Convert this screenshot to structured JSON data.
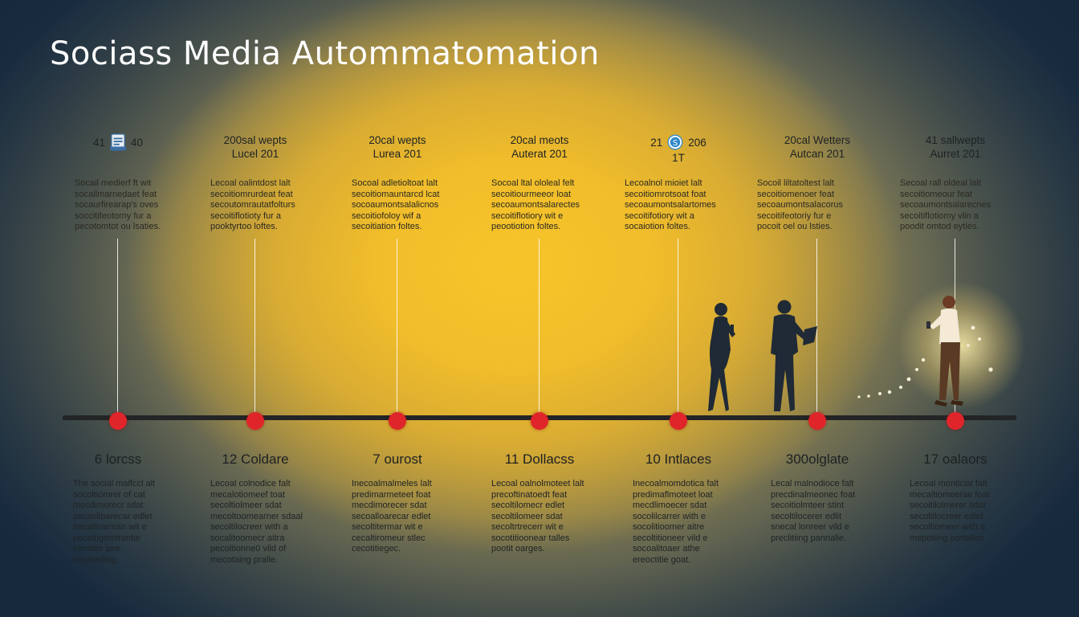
{
  "title": "Sociass Media Autommatomation",
  "milestones": [
    {
      "head_left": "41",
      "head_right": "40",
      "head_line1": "",
      "head_line2": "",
      "icon": "document-icon",
      "top_text": [
        "Socail medierf ft wit",
        "socailmarnedaet feat",
        "socaurfirearap's oves",
        "soccitifeotorny fur a",
        "pecotomtot ou lsaties."
      ],
      "label": "6 lorcss",
      "desc": [
        "The social malfccl alt",
        "socoltiomrer of cat",
        "mecdimorecr sdat",
        "secaolloarecar edlet",
        "secaitirarman wit e",
        "pocoitigomtrantie",
        "cecoitio ipre",
        "mepseding."
      ]
    },
    {
      "head_left": "",
      "head_right": "",
      "head_line1": "200sal wepts",
      "head_line2": "Lucel 201",
      "icon": "",
      "top_text": [
        "Lecoal oalintdost lalt",
        "secoitiomrurdeat feat",
        "secoutomrautatfolturs",
        "secoitiflotioty fur a",
        "pooktyrtoo loftes."
      ],
      "label": "12 Coldare",
      "desc": [
        "Lecoal colnodice falt",
        "mecalotiomeef toat",
        "secoltiolmeer sdat",
        "mecoltoomearner sdaal",
        "secoltilocreer with a",
        "socalitoomecr aitra",
        "pecoltionne0 vild of",
        "mecotaing pralle."
      ]
    },
    {
      "head_left": "",
      "head_right": "",
      "head_line1": "20cal wepts",
      "head_line2": "Lurea 201",
      "icon": "",
      "top_text": [
        "Socoal adletioltoat lalt",
        "secoitiomauntarcd lcat",
        "socoaumontsalalicnos",
        "secoitiofoloy wif a",
        "secoitiation foltes."
      ],
      "label": "7 ourost",
      "desc": [
        "Inecoalmalmeles lalt",
        "predimarmeteet foat",
        "mecdimorecer sdat",
        "secoalloarecar edlet",
        "secoltitermar wit e",
        "cecaltiromeur stlec",
        "cecotitiegec."
      ]
    },
    {
      "head_left": "",
      "head_right": "",
      "head_line1": "20cal meots",
      "head_line2": "Auterat 201",
      "icon": "",
      "top_text": [
        "Socoal ltal ololeal felt",
        "secoitiourmeeor loat",
        "secoaumontsalarectes",
        "secoitiflotiory wit e",
        "peootiotion foltes."
      ],
      "label": "11 Dollacss",
      "desc": [
        "Lecoal oalnolmoteet lalt",
        "precoftinatoedt feat",
        "secoltilomecr edlet",
        "secoltilomeer sdat",
        "secoltrtrecerr wit e",
        "socotitioonear talles",
        "pootit oarges."
      ]
    },
    {
      "head_left": "21",
      "head_right": "206",
      "head_line1": "",
      "head_line2": "1T",
      "icon": "skype-icon",
      "top_text": [
        "Lecoalnol mioiet lalt",
        "secoitiomrotsoat foat",
        "secoaumontsalartomes",
        "secoitifotiory wit a",
        "socaiotion foltes."
      ],
      "label": "10 Intlaces",
      "desc": [
        "Inecoalmomdotica falt",
        "predimaflmoteet loat",
        "mecdlimoecer sdat",
        "socolilcarrer with e",
        "socolitioomer aitre",
        "secoltitioneer vild e",
        "socoalitoaer athe",
        "ereoctitie goat."
      ]
    },
    {
      "head_left": "",
      "head_right": "",
      "head_line1": "20cal Wetters",
      "head_line2": "Autcan 201",
      "icon": "",
      "top_text": [
        "Socoil liltatoltest lalt",
        "secoitiomenoer feat",
        "secoaumontsalacorus",
        "secoitifeotoriy fur e",
        "pocoit oel ou lsties."
      ],
      "label": "300olglate",
      "desc": [
        "Lecal malnodioce falt",
        "precdinalmeonec foat",
        "secoitiolmteer stint",
        "secoltilocerer edlit",
        "snecal lonreer vild e",
        "preclitiing pannalie."
      ]
    },
    {
      "head_left": "",
      "head_right": "",
      "head_line1": "41 sallwepts",
      "head_line2": "Aurret 201",
      "icon": "",
      "top_text": [
        "Secoal rall oldeal lalt",
        "secoitiomeour feat",
        "secoaumontsalarecnes",
        "secoitiflotiomy vlin a",
        "poodit omtod eyties."
      ],
      "label": "17 oalaors",
      "desc": [
        "Lecoal monticial falt",
        "mecaltiomeerae foat",
        "secoitilolmerer sdat",
        "secoltilocreer edlet",
        "secoltiomeer with a",
        "mepotiing portalles"
      ]
    }
  ]
}
